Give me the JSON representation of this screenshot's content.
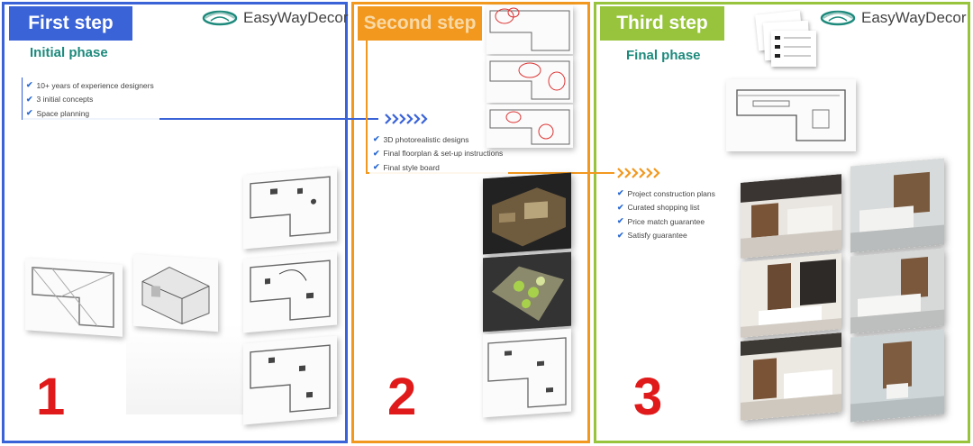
{
  "steps": [
    {
      "tab": "First step",
      "phase": "Initial phase",
      "number": "1",
      "bullets": [
        "10+ years of experience designers",
        "3 initial concepts",
        "Space planning"
      ]
    },
    {
      "tab": "Second step",
      "number": "2",
      "bullets": [
        "3D photorealistic designs",
        "Final floorplan & set-up instructions",
        "Final style board"
      ]
    },
    {
      "tab": "Third step",
      "phase": "Final phase",
      "number": "3",
      "bullets": [
        "Project construction plans",
        "Curated shopping list",
        "Price match guarantee",
        "Satisfy guarantee"
      ]
    }
  ],
  "brand": {
    "name": "EasyWayDecor",
    "logo_icon": "leaf-swoosh-icon",
    "logo_color": "#1d8a7c"
  },
  "colors": {
    "step1": "#3a63d8",
    "step2": "#f2981f",
    "step3": "#97c43c",
    "number": "#e01a1a",
    "check": "#2b6ad3"
  },
  "icons": {
    "bullet": "check-icon",
    "connector": "arrow-chevrons-icon"
  }
}
